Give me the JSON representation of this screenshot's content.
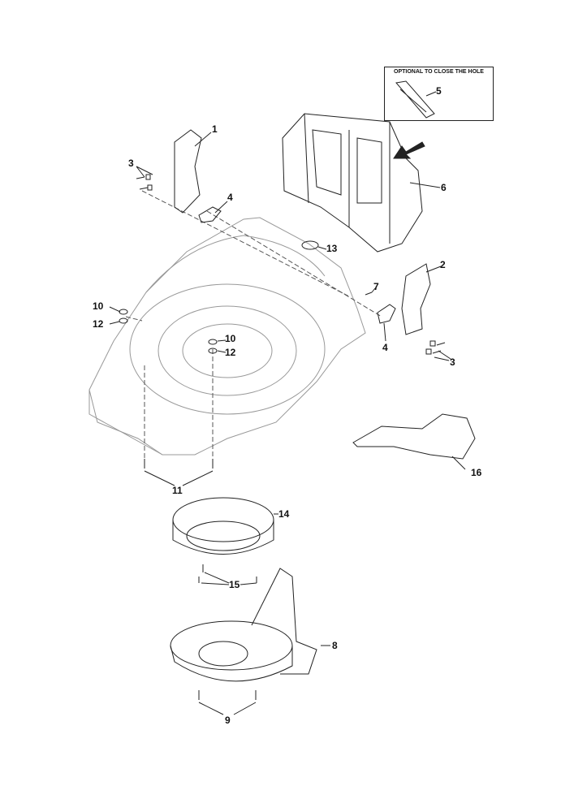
{
  "inset": {
    "title": "OPTIONAL TO CLOSE THE HOLE",
    "part": "5"
  },
  "callouts": [
    {
      "id": "c1",
      "text": "1"
    },
    {
      "id": "c3a",
      "text": "3"
    },
    {
      "id": "c4a",
      "text": "4"
    },
    {
      "id": "c13",
      "text": "13"
    },
    {
      "id": "c6",
      "text": "6"
    },
    {
      "id": "c2",
      "text": "2"
    },
    {
      "id": "c7",
      "text": "7"
    },
    {
      "id": "c10a",
      "text": "10"
    },
    {
      "id": "c12a",
      "text": "12"
    },
    {
      "id": "c10b",
      "text": "10"
    },
    {
      "id": "c12b",
      "text": "12"
    },
    {
      "id": "c4b",
      "text": "4"
    },
    {
      "id": "c3b",
      "text": "3"
    },
    {
      "id": "c16",
      "text": "16"
    },
    {
      "id": "c11",
      "text": "11"
    },
    {
      "id": "c14",
      "text": "14"
    },
    {
      "id": "c15",
      "text": "15"
    },
    {
      "id": "c8",
      "text": "8"
    },
    {
      "id": "c9",
      "text": "9"
    }
  ]
}
